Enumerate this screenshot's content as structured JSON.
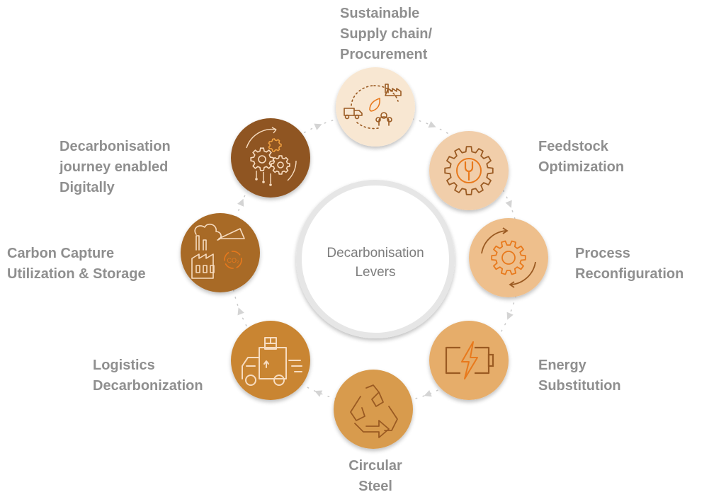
{
  "center": {
    "lines": [
      "Decarbonisation",
      "Levers"
    ]
  },
  "levers": [
    {
      "id": "supply-chain",
      "lines": [
        "Sustainable",
        "Supply chain/",
        "Procurement"
      ],
      "icon": "supply-chain-icon",
      "color": "#f8e7d2"
    },
    {
      "id": "feedstock",
      "lines": [
        "Feedstock",
        "Optimization"
      ],
      "icon": "gear-wrench-icon",
      "color": "#f1ceaa"
    },
    {
      "id": "process",
      "lines": [
        "Process",
        "Reconfiguration"
      ],
      "icon": "gear-cycle-icon",
      "color": "#eebf8c"
    },
    {
      "id": "energy",
      "lines": [
        "Energy",
        "Substitution"
      ],
      "icon": "battery-bolt-icon",
      "color": "#e6ad6b"
    },
    {
      "id": "circular",
      "lines": [
        "Circular",
        "Steel"
      ],
      "icon": "recycle-icon",
      "color": "#d89b4e"
    },
    {
      "id": "logistics",
      "lines": [
        "Logistics",
        "Decarbonization"
      ],
      "icon": "delivery-truck-icon",
      "color": "#c98530"
    },
    {
      "id": "ccus",
      "lines": [
        "Carbon Capture",
        "Utilization & Storage"
      ],
      "icon": "factory-co2-icon",
      "color": "#a86a28"
    },
    {
      "id": "digital",
      "lines": [
        "Decarbonisation",
        "journey enabled",
        "Digitally"
      ],
      "icon": "digital-gears-icon",
      "color": "#8f5521"
    }
  ]
}
